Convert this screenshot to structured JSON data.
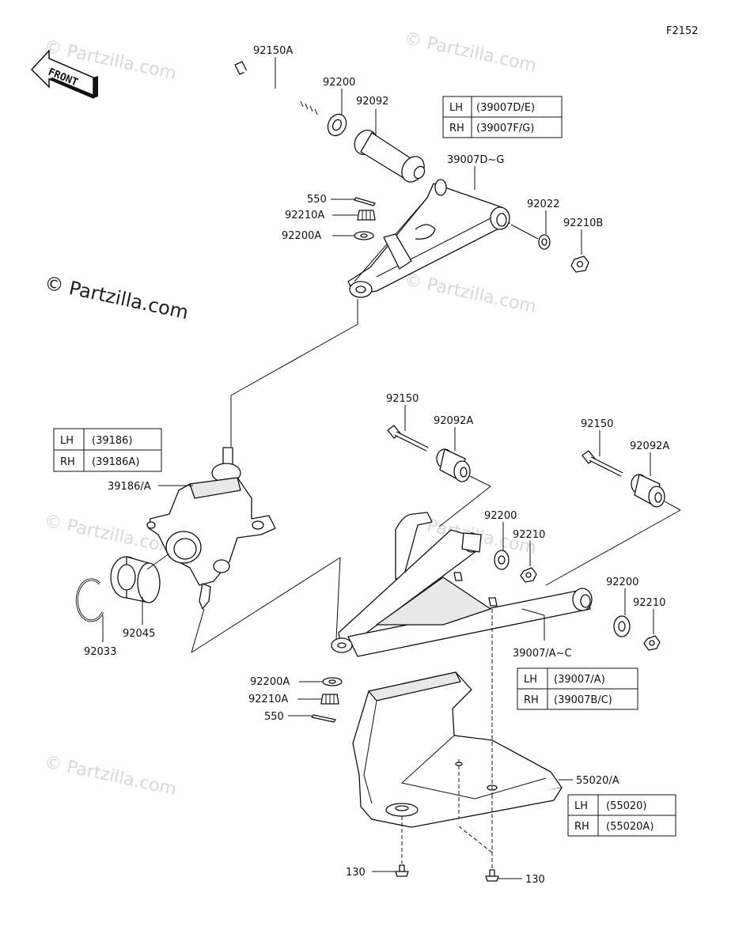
{
  "figure_code": "F2152",
  "front_arrow_label": "FRONT",
  "watermarks": {
    "small": "© Partzilla.com",
    "large": "© Partzilla.com"
  },
  "labels": {
    "p92150A": "92150A",
    "p92200_top": "92200",
    "p92092": "92092",
    "p39007DG": "39007D~G",
    "p550_top": "550",
    "p92210A_top": "92210A",
    "p92200A_top": "92200A",
    "p92022": "92022",
    "p92210B": "92210B",
    "p39186A": "39186/A",
    "p92045": "92045",
    "p92033": "92033",
    "p92150_a": "92150",
    "p92092A_a": "92092A",
    "p92150_b": "92150",
    "p92092A_b": "92092A",
    "p92200_mid": "92200",
    "p92210_mid": "92210",
    "p92200_right": "92200",
    "p92210_right": "92210",
    "p39007AC": "39007/A~C",
    "p92200A_bot": "92200A",
    "p92210A_bot": "92210A",
    "p550_bot": "550",
    "p55020A": "55020/A",
    "p130_left": "130",
    "p130_right": "130"
  },
  "tables": {
    "upper_arm": {
      "rows": [
        {
          "side": "LH",
          "part": "(39007D/E)"
        },
        {
          "side": "RH",
          "part": "(39007F/G)"
        }
      ]
    },
    "knuckle": {
      "rows": [
        {
          "side": "LH",
          "part": "(39186)"
        },
        {
          "side": "RH",
          "part": "(39186A)"
        }
      ]
    },
    "lower_arm": {
      "rows": [
        {
          "side": "LH",
          "part": "(39007/A)"
        },
        {
          "side": "RH",
          "part": "(39007B/C)"
        }
      ]
    },
    "guard": {
      "rows": [
        {
          "side": "LH",
          "part": "(55020)"
        },
        {
          "side": "RH",
          "part": "(55020A)"
        }
      ]
    }
  }
}
